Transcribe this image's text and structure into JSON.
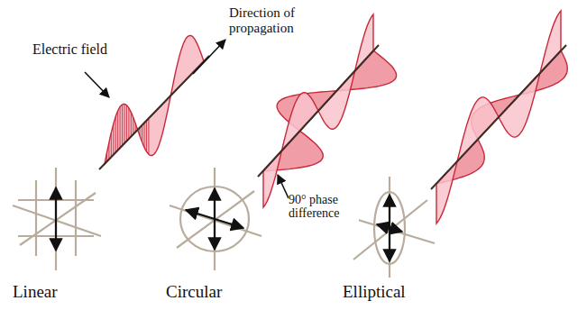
{
  "diagram": {
    "labels": [
      "Electric field",
      "Direction of propagation",
      "90° phase difference",
      "Linear",
      "Circular",
      "Elliptical"
    ]
  }
}
